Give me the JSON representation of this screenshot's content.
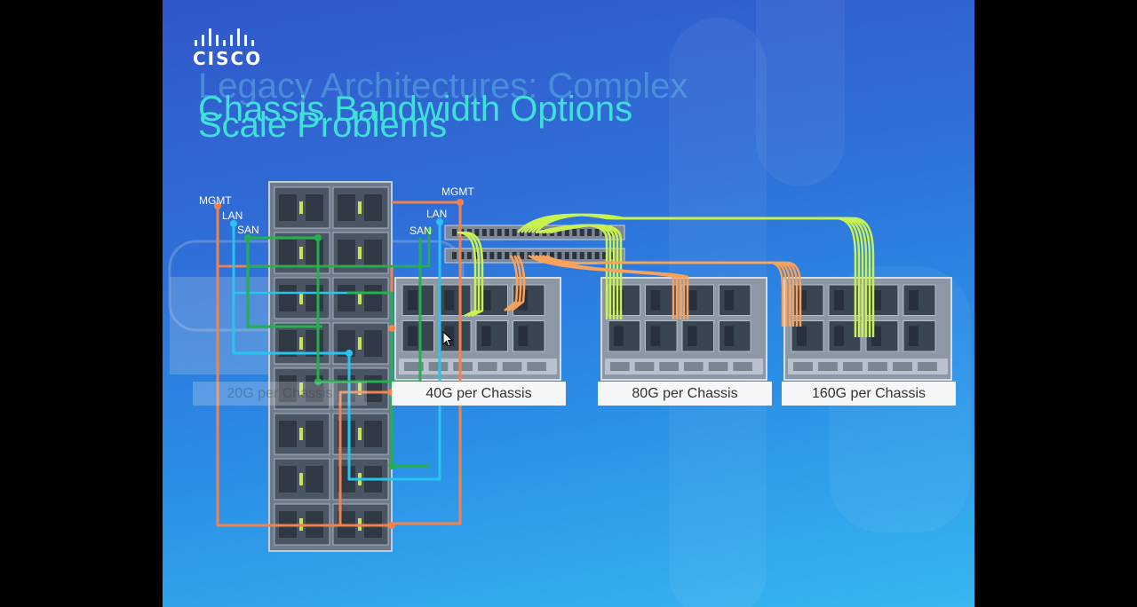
{
  "brand": {
    "logo_text": "CISCO"
  },
  "titles": {
    "ghost_line1": "Legacy Architectures: Complex",
    "ghost_line2": "Scale Problems",
    "main_line1": "Chassis Bandwidth Options"
  },
  "wire_labels": {
    "left": {
      "mgmt": "MGMT",
      "lan": "LAN",
      "san": "SAN"
    },
    "right": {
      "mgmt": "MGMT",
      "lan": "LAN",
      "san": "SAN"
    }
  },
  "chassis_options": [
    {
      "label": "20G per Chassis"
    },
    {
      "label": "40G per Chassis"
    },
    {
      "label": "80G per Chassis"
    },
    {
      "label": "160G per Chassis"
    }
  ],
  "colors": {
    "mgmt": "#f2834d",
    "lan": "#29c4ee",
    "san": "#22b14c",
    "uplink_green": "#c8f250",
    "uplink_orange": "#f8a25c"
  }
}
